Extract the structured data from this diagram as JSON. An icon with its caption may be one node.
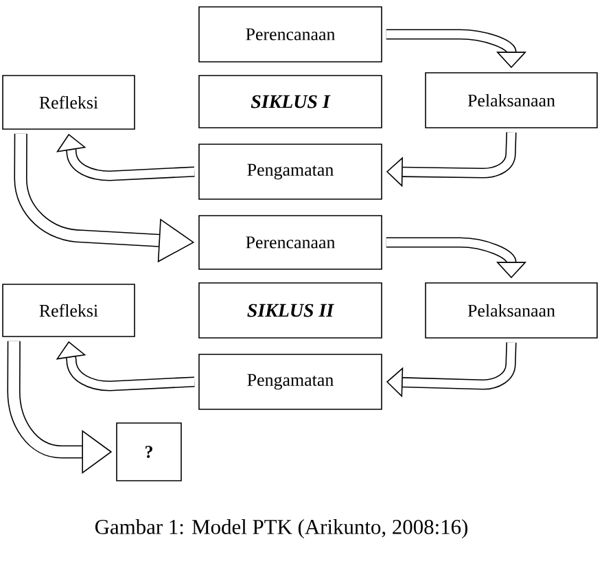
{
  "diagram": {
    "caption": "Gambar 1: Model PTK (Arikunto, 2008:16)",
    "nodes": [
      {
        "text": [
          "Perencanaan"
        ]
      },
      {
        "text": [
          "Refleksi"
        ]
      },
      {
        "text": [
          "SIKLUS I"
        ]
      },
      {
        "text": [
          "Pelaksanaan"
        ]
      },
      {
        "text": [
          "Pengamatan"
        ]
      },
      {
        "text": [
          "Perencanaan"
        ]
      },
      {
        "text": [
          "Refleksi"
        ]
      },
      {
        "text": [
          "SIKLUS II"
        ]
      },
      {
        "text": [
          "Pelaksanaan"
        ]
      },
      {
        "text": [
          "Pengamatan"
        ]
      },
      {
        "text": [
          "?"
        ]
      }
    ],
    "edges": [
      {
        "from": 0,
        "to": 3,
        "arrow": "to"
      },
      {
        "from": 3,
        "to": 4,
        "arrow": "to"
      },
      {
        "from": 4,
        "to": 1,
        "arrow": "to"
      },
      {
        "from": 1,
        "to": 5,
        "arrow": "to"
      },
      {
        "from": 5,
        "to": 8,
        "arrow": "to"
      },
      {
        "from": 8,
        "to": 9,
        "arrow": "to"
      },
      {
        "from": 9,
        "to": 6,
        "arrow": "to"
      },
      {
        "from": 6,
        "to": 10,
        "arrow": "to"
      }
    ]
  }
}
